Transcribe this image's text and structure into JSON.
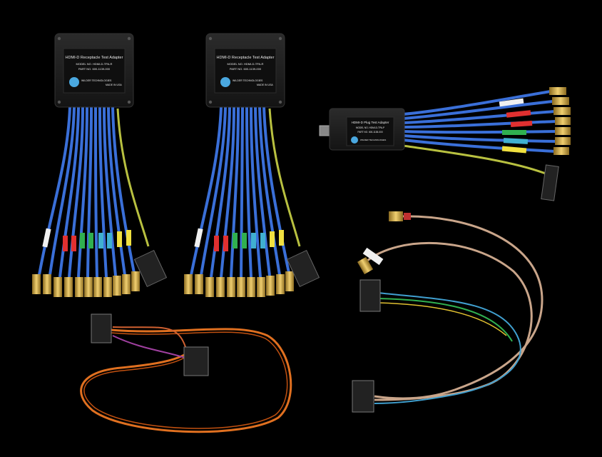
{
  "receptacle_adapters": [
    {
      "title": "HDMI-D Receptacle Test Adapter",
      "model": "MODEL NO. HDMI-D-TPA-R",
      "part": "PART NO. 600-1139-000",
      "brand": "WILDER TECHNOLOGIES",
      "made_in": "MADE IN USA"
    },
    {
      "title": "HDMI-D Receptacle Test Adapter",
      "model": "MODEL NO. HDMI-D-TPA-R",
      "part": "PART NO. 600-1139-000",
      "brand": "WILDER TECHNOLOGIES",
      "made_in": "MADE IN USA"
    }
  ],
  "plug_adapter": {
    "title": "HDMI-D Plug Test Adapter",
    "model": "MODEL NO. HDMI-D-TPA-P",
    "part": "PART NO. 600-1138-000",
    "brand": "WILDER TECHNOLOGIES"
  },
  "colors": {
    "background": "#000000",
    "cable_blue": "#3a6fd8",
    "sma_gold": "#c8a040",
    "box_black": "#1a1a1a",
    "coax_tan": "#c9a58a"
  }
}
